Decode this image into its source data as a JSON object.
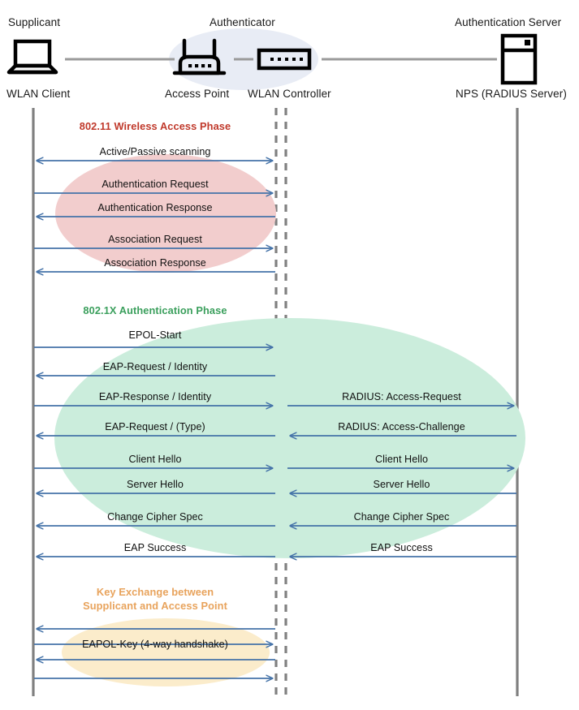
{
  "diagram": {
    "title": "802.1X / WLAN authentication sequence diagram",
    "colors": {
      "lifeline_gray": "#808080",
      "arrow_blue": "#4472a8",
      "phase1_text": "#c0392b",
      "phase1_fill": "#f2cdcd",
      "phase2_text": "#3a9f5c",
      "phase2_fill": "#cbeddc",
      "phase3_text": "#e8a35c",
      "phase3_fill": "#fbeccb",
      "authenticator_fill": "#e8ecf5",
      "connector_gray": "#9a9a9a",
      "icon_black": "#000000"
    }
  },
  "header": {
    "roles": [
      {
        "name": "supplicant",
        "label": "Supplicant"
      },
      {
        "name": "authenticator",
        "label": "Authenticator"
      },
      {
        "name": "authentication-server",
        "label": "Authentication Server"
      }
    ],
    "devices": [
      {
        "name": "wlan-client",
        "label": "WLAN Client",
        "icon": "laptop-icon"
      },
      {
        "name": "access-point",
        "label": "Access Point",
        "icon": "access-point-icon"
      },
      {
        "name": "wlan-controller",
        "label": "WLAN Controller",
        "icon": "wlan-controller-icon"
      },
      {
        "name": "nps-radius-server",
        "label": "NPS (RADIUS Server)",
        "icon": "server-icon"
      }
    ]
  },
  "phases": [
    {
      "name": "wireless-access-phase",
      "heading": "802.11 Wireless Access Phase",
      "heading_lines": [
        "802.11 Wireless Access Phase"
      ],
      "messages": [
        {
          "label": "Active/Passive scanning",
          "direction": "both",
          "lane": "left"
        },
        {
          "label": "Authentication Request",
          "direction": "right",
          "lane": "left"
        },
        {
          "label": "Authentication Response",
          "direction": "left",
          "lane": "left"
        },
        {
          "label": "Association Request",
          "direction": "right",
          "lane": "left"
        },
        {
          "label": "Association Response",
          "direction": "left",
          "lane": "left"
        }
      ]
    },
    {
      "name": "dot1x-authentication-phase",
      "heading": "802.1X Authentication Phase",
      "heading_lines": [
        "802.1X Authentication Phase"
      ],
      "messages": [
        {
          "label": "EPOL-Start",
          "direction": "right",
          "lane": "left"
        },
        {
          "label": "EAP-Request / Identity",
          "direction": "left",
          "lane": "left"
        },
        {
          "label": "EAP-Response / Identity",
          "direction": "right",
          "lane": "left"
        },
        {
          "label": "RADIUS: Access-Request",
          "direction": "right",
          "lane": "right"
        },
        {
          "label": "EAP-Request / (Type)",
          "direction": "left",
          "lane": "left"
        },
        {
          "label": "RADIUS: Access-Challenge",
          "direction": "left",
          "lane": "right"
        },
        {
          "label": "Client Hello",
          "direction": "right",
          "lane": "left"
        },
        {
          "label": "Client Hello",
          "direction": "right",
          "lane": "right"
        },
        {
          "label": "Server Hello",
          "direction": "left",
          "lane": "left"
        },
        {
          "label": "Server Hello",
          "direction": "left",
          "lane": "right"
        },
        {
          "label": "Change Cipher Spec",
          "direction": "left",
          "lane": "left"
        },
        {
          "label": "Change Cipher Spec",
          "direction": "left",
          "lane": "right"
        },
        {
          "label": "EAP Success",
          "direction": "left",
          "lane": "left"
        },
        {
          "label": "EAP Success",
          "direction": "left",
          "lane": "right"
        }
      ]
    },
    {
      "name": "key-exchange-phase",
      "heading": "Key Exchange between Supplicant and Access Point",
      "heading_lines": [
        "Key Exchange between",
        "Supplicant and Access Point"
      ],
      "messages": [
        {
          "label": "",
          "direction": "left",
          "lane": "left"
        },
        {
          "label": "",
          "direction": "right",
          "lane": "left"
        },
        {
          "label": "EAPOL-Key (4-way handshake)",
          "direction": "left",
          "lane": "left"
        },
        {
          "label": "",
          "direction": "right",
          "lane": "left"
        }
      ]
    }
  ],
  "labels": {
    "role_supplicant": "Supplicant",
    "role_authenticator": "Authenticator",
    "role_auth_server": "Authentication Server",
    "dev_wlan_client": "WLAN Client",
    "dev_access_point": "Access Point",
    "dev_wlan_controller": "WLAN Controller",
    "dev_nps": "NPS (RADIUS Server)",
    "phase1_heading": "802.11 Wireless Access Phase",
    "phase2_heading": "802.1X Authentication Phase",
    "phase3_heading_line1": "Key Exchange between",
    "phase3_heading_line2": "Supplicant and Access Point",
    "m_scanning": "Active/Passive scanning",
    "m_auth_req": "Authentication Request",
    "m_auth_resp": "Authentication Response",
    "m_assoc_req": "Association Request",
    "m_assoc_resp": "Association Response",
    "m_epol_start": "EPOL-Start",
    "m_eap_req_id": "EAP-Request / Identity",
    "m_eap_resp_id": "EAP-Response / Identity",
    "m_radius_access_request": "RADIUS: Access-Request",
    "m_eap_req_type": "EAP-Request / (Type)",
    "m_radius_access_challenge": "RADIUS: Access-Challenge",
    "m_client_hello_l": "Client Hello",
    "m_client_hello_r": "Client Hello",
    "m_server_hello_l": "Server Hello",
    "m_server_hello_r": "Server Hello",
    "m_ccs_l": "Change Cipher Spec",
    "m_ccs_r": "Change Cipher Spec",
    "m_eap_success_l": "EAP Success",
    "m_eap_success_r": "EAP Success",
    "m_eapol_key": "EAPOL-Key (4-way handshake)"
  }
}
